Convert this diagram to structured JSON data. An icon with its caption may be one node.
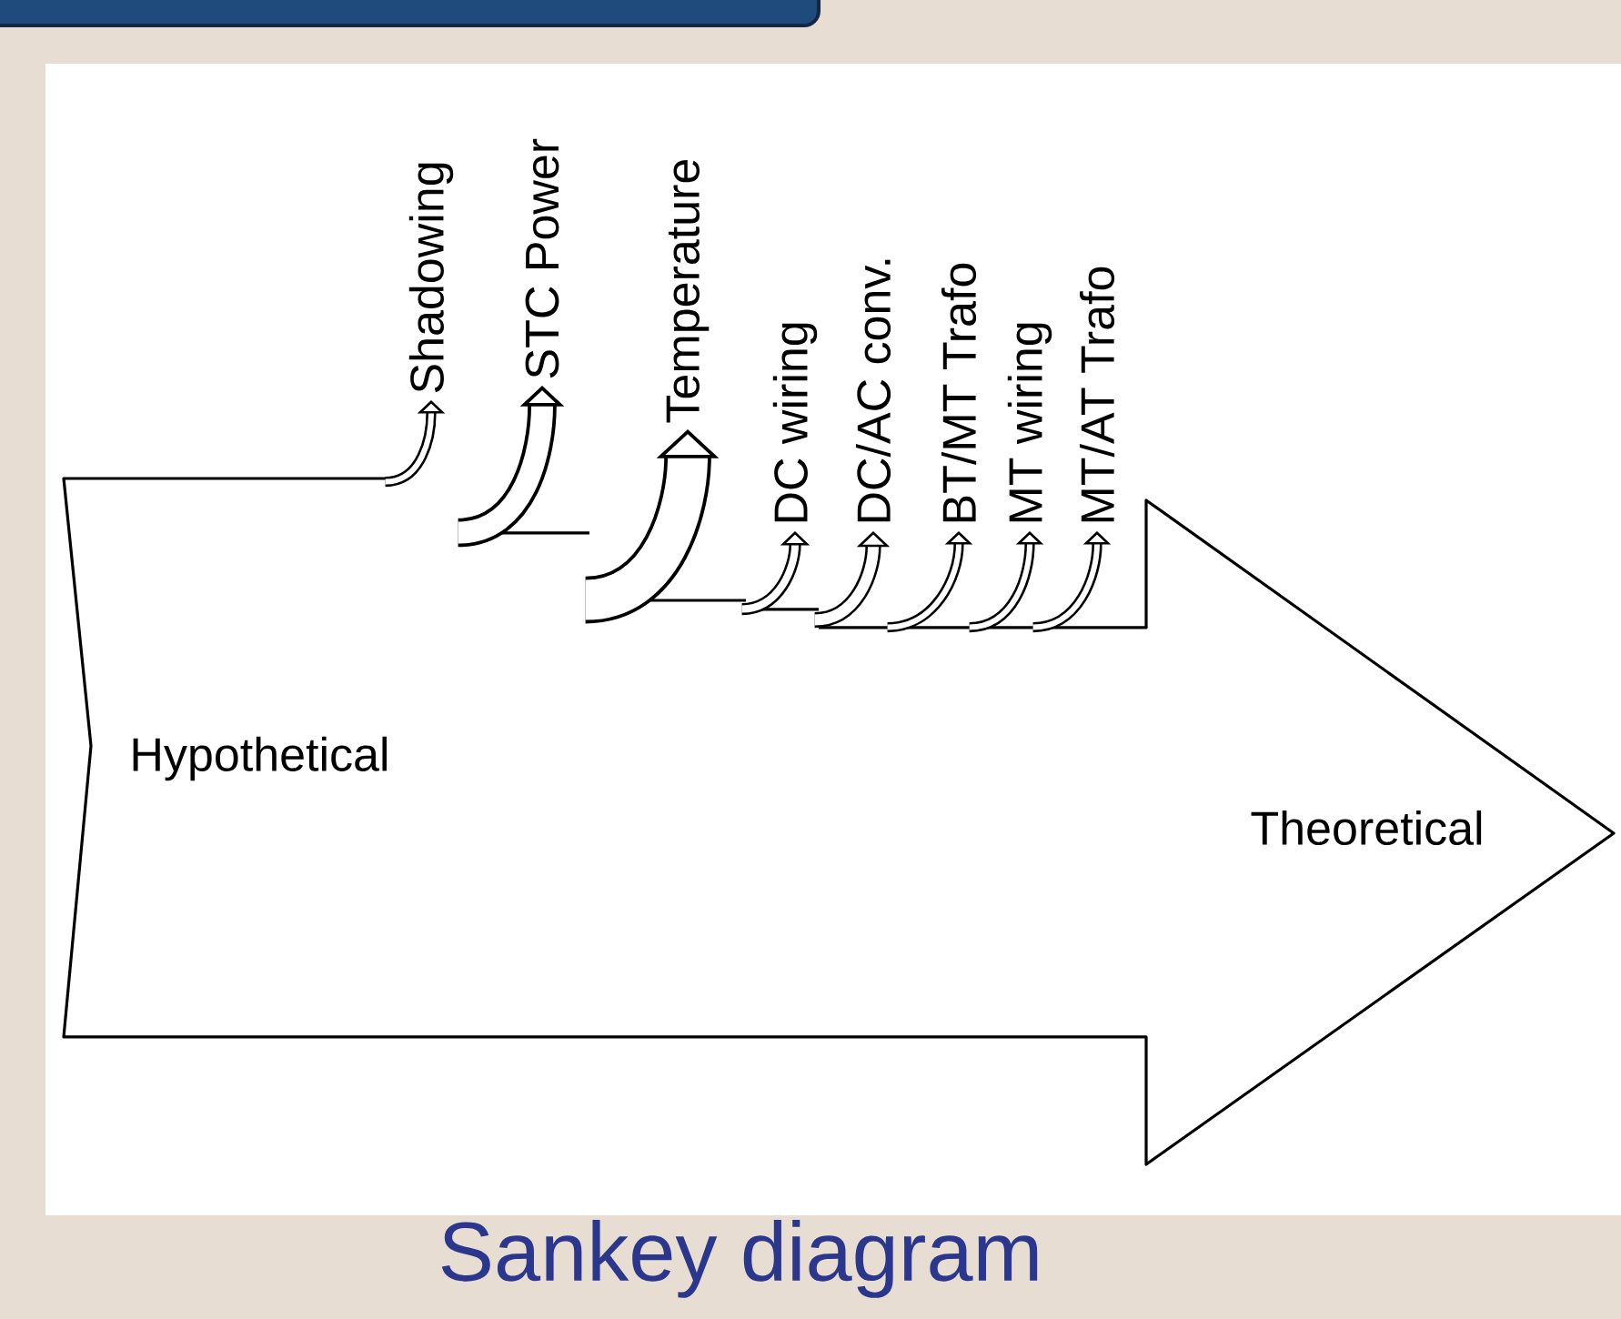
{
  "diagram": {
    "caption": "Sankey diagram",
    "nodes": [
      {
        "text": [
          "Hypothetical",
          "Theoretical"
        ]
      },
      {
        "text": [
          "Shadowing"
        ]
      },
      {
        "text": [
          "STC Power"
        ]
      },
      {
        "text": [
          "Temperature"
        ]
      },
      {
        "text": [
          "DC wiring"
        ]
      },
      {
        "text": [
          "DC/AC conv."
        ]
      },
      {
        "text": [
          "BT/MT Trafo"
        ]
      },
      {
        "text": [
          "MT wiring"
        ]
      },
      {
        "text": [
          "MT/AT Trafo"
        ]
      }
    ],
    "edges": [
      {
        "from": 0,
        "to": 1,
        "arrow": "to"
      },
      {
        "from": 0,
        "to": 2,
        "arrow": "to",
        "style": "thick"
      },
      {
        "from": 0,
        "to": 3,
        "arrow": "to",
        "style": "thick"
      },
      {
        "from": 0,
        "to": 4,
        "arrow": "to"
      },
      {
        "from": 0,
        "to": 5,
        "arrow": "to"
      },
      {
        "from": 0,
        "to": 6,
        "arrow": "to"
      },
      {
        "from": 0,
        "to": 7,
        "arrow": "to"
      },
      {
        "from": 0,
        "to": 8,
        "arrow": "to"
      }
    ]
  }
}
